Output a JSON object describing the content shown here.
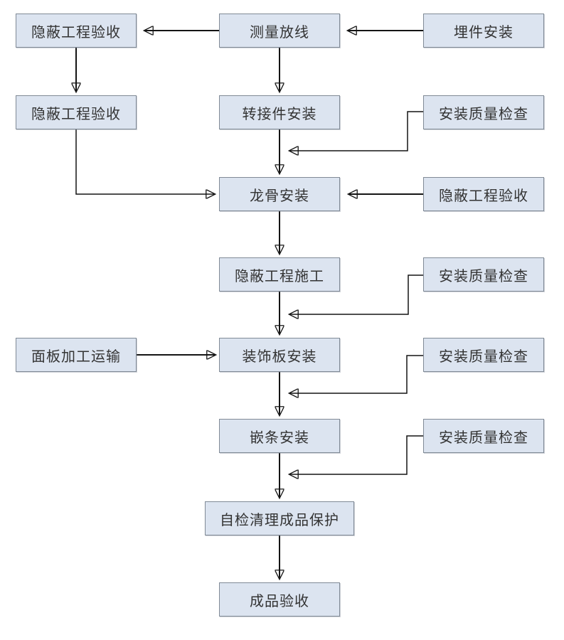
{
  "diagram": {
    "type": "flowchart",
    "language": "zh-CN",
    "background": "#ffffff",
    "colors": {
      "node_fill": "#dce4f0",
      "node_border": "#808a96",
      "connector": "#141414",
      "text": "#333333"
    },
    "nodes": [
      {
        "id": "hidden-works-acceptance-top-left",
        "label": "隐蔽工程验收"
      },
      {
        "id": "survey-layout",
        "label": "测量放线"
      },
      {
        "id": "embedded-parts-install",
        "label": "埋件安装"
      },
      {
        "id": "hidden-works-acceptance-left-2",
        "label": "隐蔽工程验收"
      },
      {
        "id": "adapter-install",
        "label": "转接件安装"
      },
      {
        "id": "install-quality-check-1",
        "label": "安装质量检查"
      },
      {
        "id": "keel-install",
        "label": "龙骨安装"
      },
      {
        "id": "hidden-works-acceptance-right",
        "label": "隐蔽工程验收"
      },
      {
        "id": "hidden-works-construction",
        "label": "隐蔽工程施工"
      },
      {
        "id": "install-quality-check-2",
        "label": "安装质量检查"
      },
      {
        "id": "panel-processing-transport",
        "label": "面板加工运输"
      },
      {
        "id": "decorative-panel-install",
        "label": "装饰板安装"
      },
      {
        "id": "install-quality-check-3",
        "label": "安装质量检查"
      },
      {
        "id": "trim-strip-install",
        "label": "嵌条安装"
      },
      {
        "id": "install-quality-check-4",
        "label": "安装质量检查"
      },
      {
        "id": "self-check-cleanup-product-protection",
        "label": "自检清理成品保护"
      },
      {
        "id": "finished-product-acceptance",
        "label": "成品验收"
      }
    ],
    "edges": [
      {
        "from": "embedded-parts-install",
        "to": "survey-layout"
      },
      {
        "from": "survey-layout",
        "to": "hidden-works-acceptance-top-left"
      },
      {
        "from": "hidden-works-acceptance-top-left",
        "to": "hidden-works-acceptance-left-2"
      },
      {
        "from": "survey-layout",
        "to": "adapter-install"
      },
      {
        "from": "install-quality-check-1",
        "to": "adapter-install->keel-install"
      },
      {
        "from": "adapter-install",
        "to": "keel-install"
      },
      {
        "from": "hidden-works-acceptance-left-2",
        "to": "keel-install"
      },
      {
        "from": "hidden-works-acceptance-right",
        "to": "keel-install"
      },
      {
        "from": "keel-install",
        "to": "hidden-works-construction"
      },
      {
        "from": "install-quality-check-2",
        "to": "hidden-works-construction->decorative-panel-install"
      },
      {
        "from": "hidden-works-construction",
        "to": "decorative-panel-install"
      },
      {
        "from": "panel-processing-transport",
        "to": "decorative-panel-install"
      },
      {
        "from": "install-quality-check-3",
        "to": "decorative-panel-install->trim-strip-install"
      },
      {
        "from": "decorative-panel-install",
        "to": "trim-strip-install"
      },
      {
        "from": "install-quality-check-4",
        "to": "trim-strip-install->self-check-cleanup-product-protection"
      },
      {
        "from": "trim-strip-install",
        "to": "self-check-cleanup-product-protection"
      },
      {
        "from": "self-check-cleanup-product-protection",
        "to": "finished-product-acceptance"
      }
    ]
  }
}
